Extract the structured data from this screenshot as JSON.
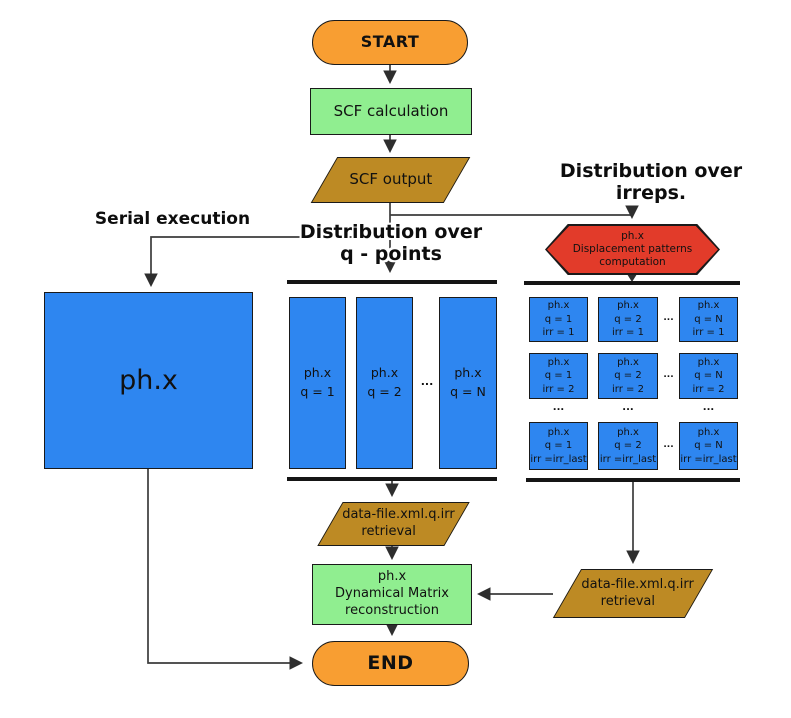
{
  "headers": {
    "serial": "Serial execution",
    "qpoints_l1": "Distribution over",
    "qpoints_l2": "q - points",
    "irreps_l1": "Distribution over",
    "irreps_l2": "irreps."
  },
  "nodes": {
    "start": "START",
    "scf_calc": "SCF calculation",
    "scf_output": "SCF output",
    "serial_phx": "ph.x",
    "hexagon": {
      "l1": "ph.x",
      "l2": "Displacement patterns",
      "l3": "computation"
    },
    "retrieval_mid": {
      "l1": "data-file.xml.q.irr",
      "l2": "retrieval"
    },
    "dyn_matrix": {
      "l1": "ph.x",
      "l2": "Dynamical Matrix",
      "l3": "reconstruction"
    },
    "retrieval_right": {
      "l1": "data-file.xml.q.irr",
      "l2": "retrieval"
    },
    "end": "END"
  },
  "q_section": {
    "boxes": [
      {
        "l1": "ph.x",
        "l2": "q = 1"
      },
      {
        "l1": "ph.x",
        "l2": "q = 2"
      },
      {
        "l1": "ph.x",
        "l2": "q = N"
      }
    ],
    "dots": "..."
  },
  "irr_grid": {
    "rows": [
      {
        "cells": [
          {
            "l1": "ph.x",
            "l2": "q = 1",
            "l3": "irr = 1"
          },
          {
            "l1": "ph.x",
            "l2": "q = 2",
            "l3": "irr = 1"
          },
          {
            "l1": "ph.x",
            "l2": "q = N",
            "l3": "irr = 1"
          }
        ],
        "dots": "..."
      },
      {
        "cells": [
          {
            "l1": "ph.x",
            "l2": "q = 1",
            "l3": "irr = 2"
          },
          {
            "l1": "ph.x",
            "l2": "q = 2",
            "l3": "irr = 2"
          },
          {
            "l1": "ph.x",
            "l2": "q = N",
            "l3": "irr = 2"
          }
        ],
        "dots": "..."
      },
      {
        "cells": [
          {
            "l1": "ph.x",
            "l2": "q = 1",
            "l3": "irr =irr_last"
          },
          {
            "l1": "ph.x",
            "l2": "q = 2",
            "l3": "irr =irr_last"
          },
          {
            "l1": "ph.x",
            "l2": "q = N",
            "l3": "irr =irr_last"
          }
        ],
        "dots": "..."
      }
    ],
    "dots_row": [
      "...",
      "...",
      "..."
    ]
  },
  "colors": {
    "terminator_orange": "#F89E32",
    "process_green": "#90EE90",
    "io_gold": "#BD8A24",
    "parallel_blue": "#2E86F0",
    "pattern_red": "#E23B2A",
    "connector_gray": "#3c3c3c"
  }
}
